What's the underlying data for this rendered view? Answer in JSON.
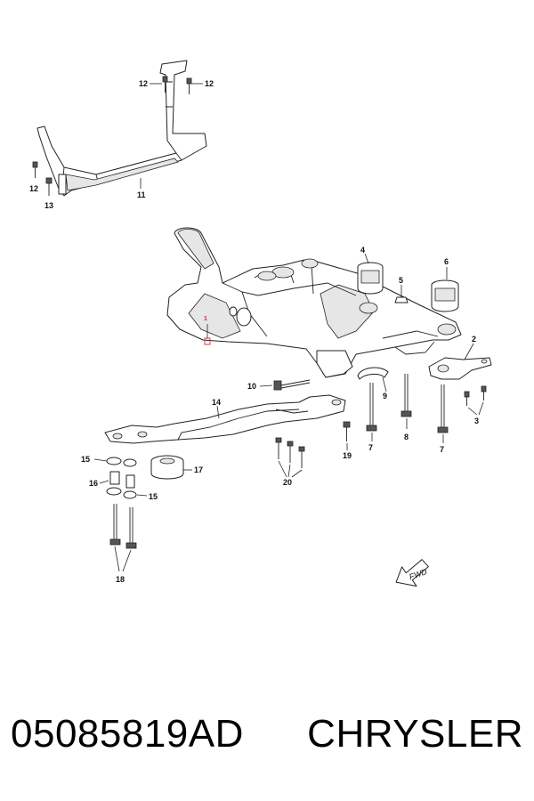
{
  "footer": {
    "part_number": "05085819AD",
    "brand": "CHRYSLER"
  },
  "diagram": {
    "fwd_label": "FWD",
    "callouts": {
      "c1": "1",
      "c2": "2",
      "c3": "3",
      "c4": "4",
      "c5": "5",
      "c6": "6",
      "c7a": "7",
      "c7b": "7",
      "c8": "8",
      "c9": "9",
      "c10": "10",
      "c11": "11",
      "c12a": "12",
      "c12b": "12",
      "c12c": "12",
      "c13": "13",
      "c14": "14",
      "c15a": "15",
      "c15b": "15",
      "c16": "16",
      "c17": "17",
      "c18": "18",
      "c19": "19",
      "c20": "20"
    }
  }
}
